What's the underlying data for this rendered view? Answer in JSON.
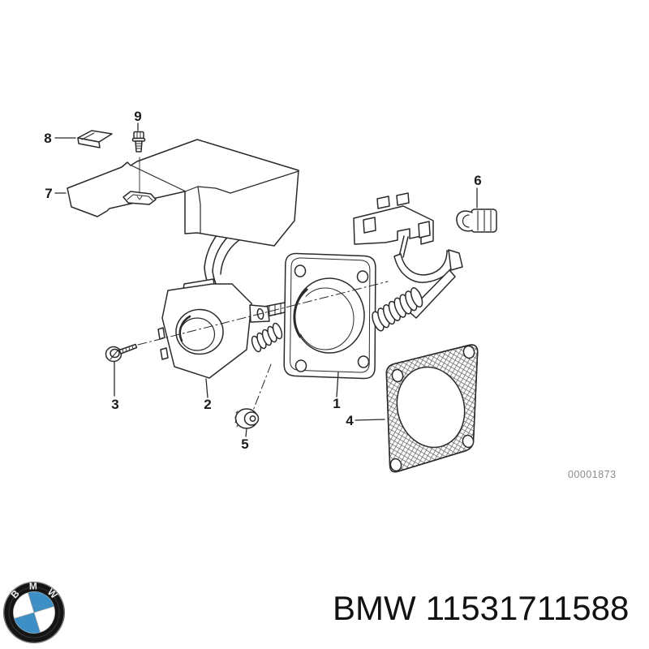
{
  "diagram": {
    "drawing_id": "00001873",
    "callouts": {
      "n1": "1",
      "n2": "2",
      "n3": "3",
      "n4": "4",
      "n5": "5",
      "n6": "6",
      "n7": "7",
      "n8": "8",
      "n9": "9"
    }
  },
  "footer": {
    "brand": "BMW",
    "part_number": "11531711588",
    "logo_letters": {
      "b": "B",
      "m": "M",
      "w": "W"
    }
  },
  "colors": {
    "line": "#2a2a2a",
    "drawing_id_text": "#8c8c8c",
    "logo_blue": "#3f8fc7",
    "logo_ring": "#151515",
    "background": "#ffffff"
  }
}
